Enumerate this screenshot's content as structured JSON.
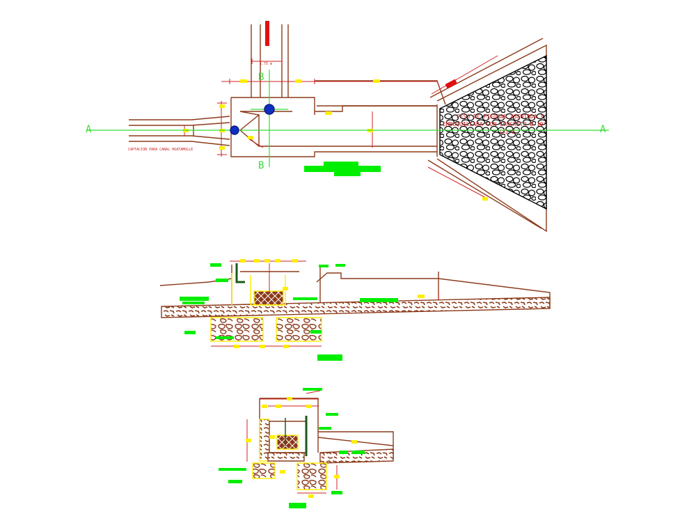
{
  "drawing": {
    "plan": {
      "section_marker_a_left": "A",
      "section_marker_a_right": "A",
      "section_marker_b_top": "B",
      "section_marker_b_bottom": "B",
      "channel_width_dimension": "1.75 m",
      "intake_label": "CAPTACION PARA CANAL HUATAMOLLE",
      "apron_note_line1": "PISO DE PIEDRAS ASENTADA Y",
      "apron_note_line2": "EMBOQUILLADA CON CONCRETO Ø 10\"",
      "apron_note_line3": "L=2.0"
    },
    "colors": {
      "structure": "#8b3a1a",
      "dimension": "#d02020",
      "centerline": "#33dd33",
      "label_block": "#00ee00",
      "dimension_value": "#ffee00",
      "valve": "#1030c0",
      "rock": "#000000"
    }
  }
}
